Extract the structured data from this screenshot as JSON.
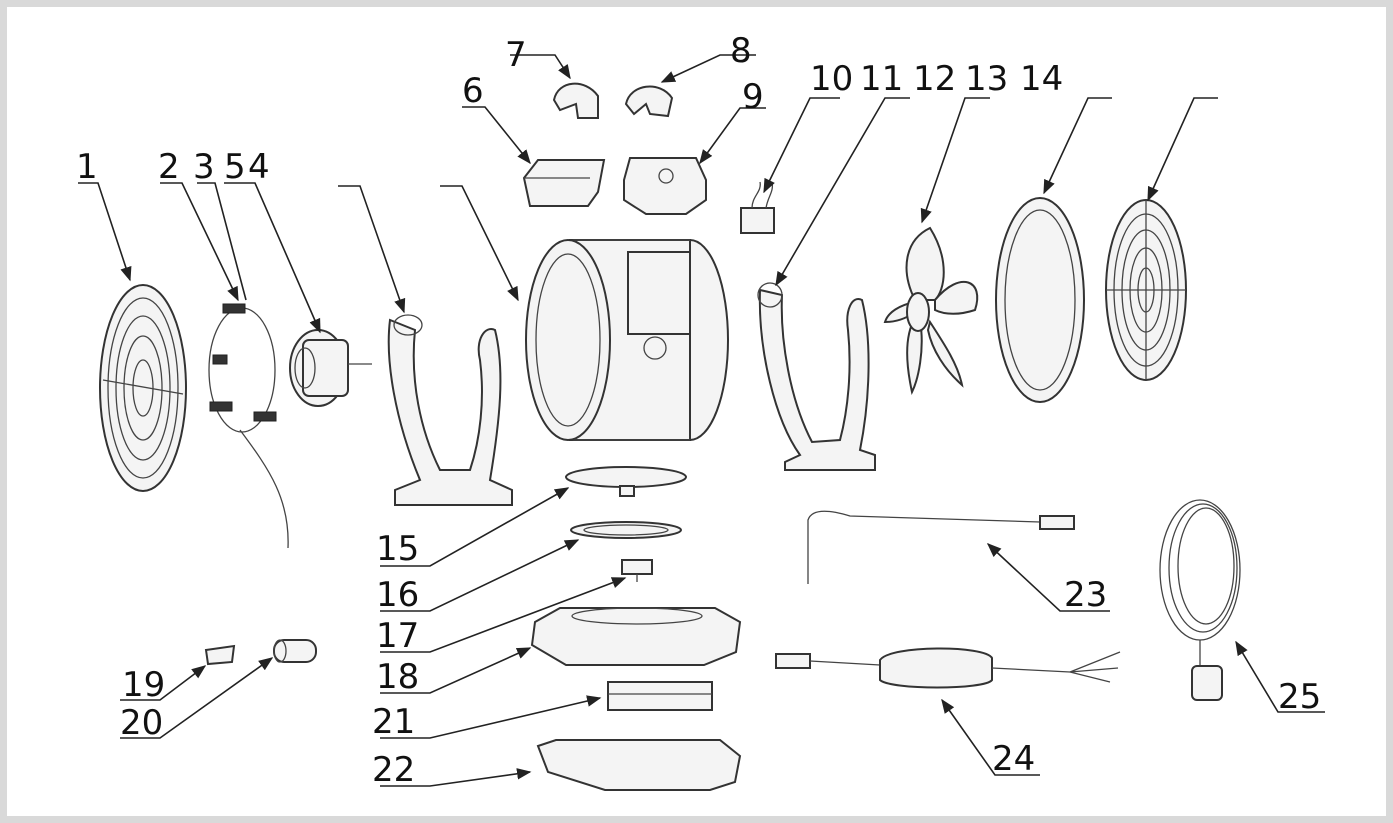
{
  "diagram": {
    "labels": [
      "1",
      "2",
      "3",
      "5",
      "4",
      "6",
      "7",
      "8",
      "9",
      "10",
      "11",
      "12",
      "13",
      "14",
      "15",
      "16",
      "17",
      "18",
      "19",
      "20",
      "21",
      "22",
      "23",
      "24",
      "25"
    ],
    "colors": {
      "line": "#222222",
      "background": "#ffffff",
      "border": "#d9d9d9"
    }
  }
}
